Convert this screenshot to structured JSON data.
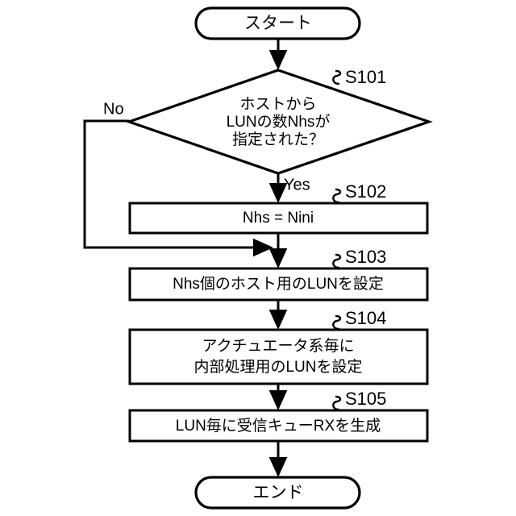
{
  "diagram": {
    "type": "flowchart",
    "language": "ja",
    "orientation": "top-to-bottom",
    "background_color": "#ffffff",
    "line_color": "#000000"
  },
  "nodes": {
    "start": {
      "shape": "terminator",
      "label": "スタート"
    },
    "decision": {
      "shape": "diamond",
      "step": "S101",
      "line1": "ホストから",
      "line2": "LUNの数Nhsが",
      "line3": "指定された？"
    },
    "s102": {
      "shape": "process",
      "step": "S102",
      "line1": "Nhs = Nini"
    },
    "s103": {
      "shape": "process",
      "step": "S103",
      "line1": "Nhs個のホスト用のLUNを設定"
    },
    "s104": {
      "shape": "process",
      "step": "S104",
      "line1": "アクチュエータ系毎に",
      "line2": "内部処理用のLUNを設定"
    },
    "s105": {
      "shape": "process",
      "step": "S105",
      "line1": "LUN毎に受信キューRXを生成"
    },
    "end": {
      "shape": "terminator",
      "label": "エンド"
    }
  },
  "edges": {
    "yes_label": "Yes",
    "no_label": "No"
  }
}
